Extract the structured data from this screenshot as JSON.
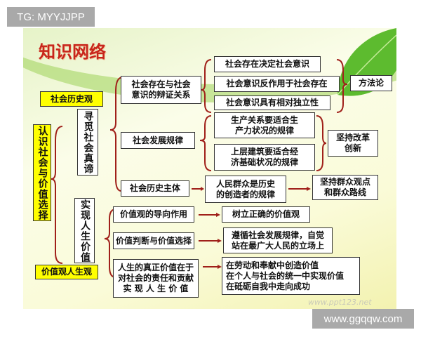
{
  "watermark_top": "TG: MYYJJPP",
  "watermark_bottom": "www.ggqqw.com",
  "slide": {
    "title": "知识网络",
    "site_watermark": "www.ppt123.net",
    "accent_color": "#c8261c",
    "highlight_color": "#ffff00",
    "left": {
      "history_view": "社会历史观",
      "main": "认识社会与价值选择",
      "truth": "寻觅社会真谛",
      "life_value": "实现人生价值",
      "value_view": "价值观人生观"
    },
    "society": {
      "dialectic": "社会存在与社会\n意识的辩证关系",
      "d1": "社会存在决定社会意识",
      "d2": "社会意识反作用于社会存在",
      "d3": "社会意识具有相对独立性",
      "method": "方法论",
      "law": "社会发展规律",
      "l1": "生产关系要适合生\n产力状况的规律",
      "l2": "上层建筑要适合经\n济基础状况的规律",
      "reform": "坚持改革\n创新",
      "subject": "社会历史主体",
      "masses": "人民群众是历史\n的创造者的规律",
      "mass_line": "坚持群众观点\n和群众路线"
    },
    "values": {
      "v1": "价值观的导向作用",
      "r1": "树立正确的价值观",
      "v2": "价值判断与价值选择",
      "r2": "遵循社会发展规律，自觉\n站在最广大人民的立场上",
      "v3": "人生的真正价值在于\n对社会的责任和贡献\n实 现 人 生 价 值",
      "r3": "在劳动和奉献中创造价值\n在个人与社会的统一中实现价值\n在砥砺自我中走向成功"
    }
  }
}
